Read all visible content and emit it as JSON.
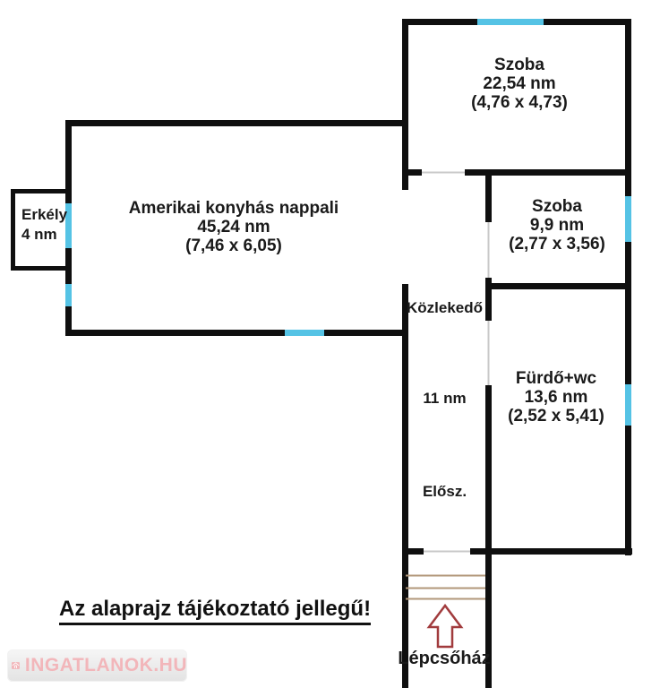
{
  "colors": {
    "wall": "#0f0f0f",
    "window": "#55c3e5",
    "door": "#c9c9c9",
    "stair": "#b2977a",
    "arrow": "#a13b3d",
    "brand_pink": "#f2b6ba",
    "badge_bg": "#ebebeb"
  },
  "rooms": {
    "szoba_nagy": {
      "name": "Szoba",
      "area": "22,54 nm",
      "dims": "(4,76 x 4,73)"
    },
    "nappali": {
      "name": "Amerikai konyhás nappali",
      "area": "45,24 nm",
      "dims": "(7,46 x 6,05)"
    },
    "erkely": {
      "name": "Erkély",
      "area": "4 nm"
    },
    "szoba_kis": {
      "name": "Szoba",
      "area": "9,9 nm",
      "dims": "(2,77 x 3,56)"
    },
    "kozlekedo": {
      "name": "Közlekedő",
      "area": "11 nm"
    },
    "eloszoba": {
      "name": "Elősz."
    },
    "furdo": {
      "name": "Fürdő+wc",
      "area": "13,6 nm",
      "dims": "(2,52 x 5,41)"
    },
    "lepcsohaz": {
      "name": "Lépcsőház"
    }
  },
  "disclaimer": "Az alaprajz tájékoztató jellegű!",
  "watermark": {
    "text": "INGATLANOK.HU"
  }
}
